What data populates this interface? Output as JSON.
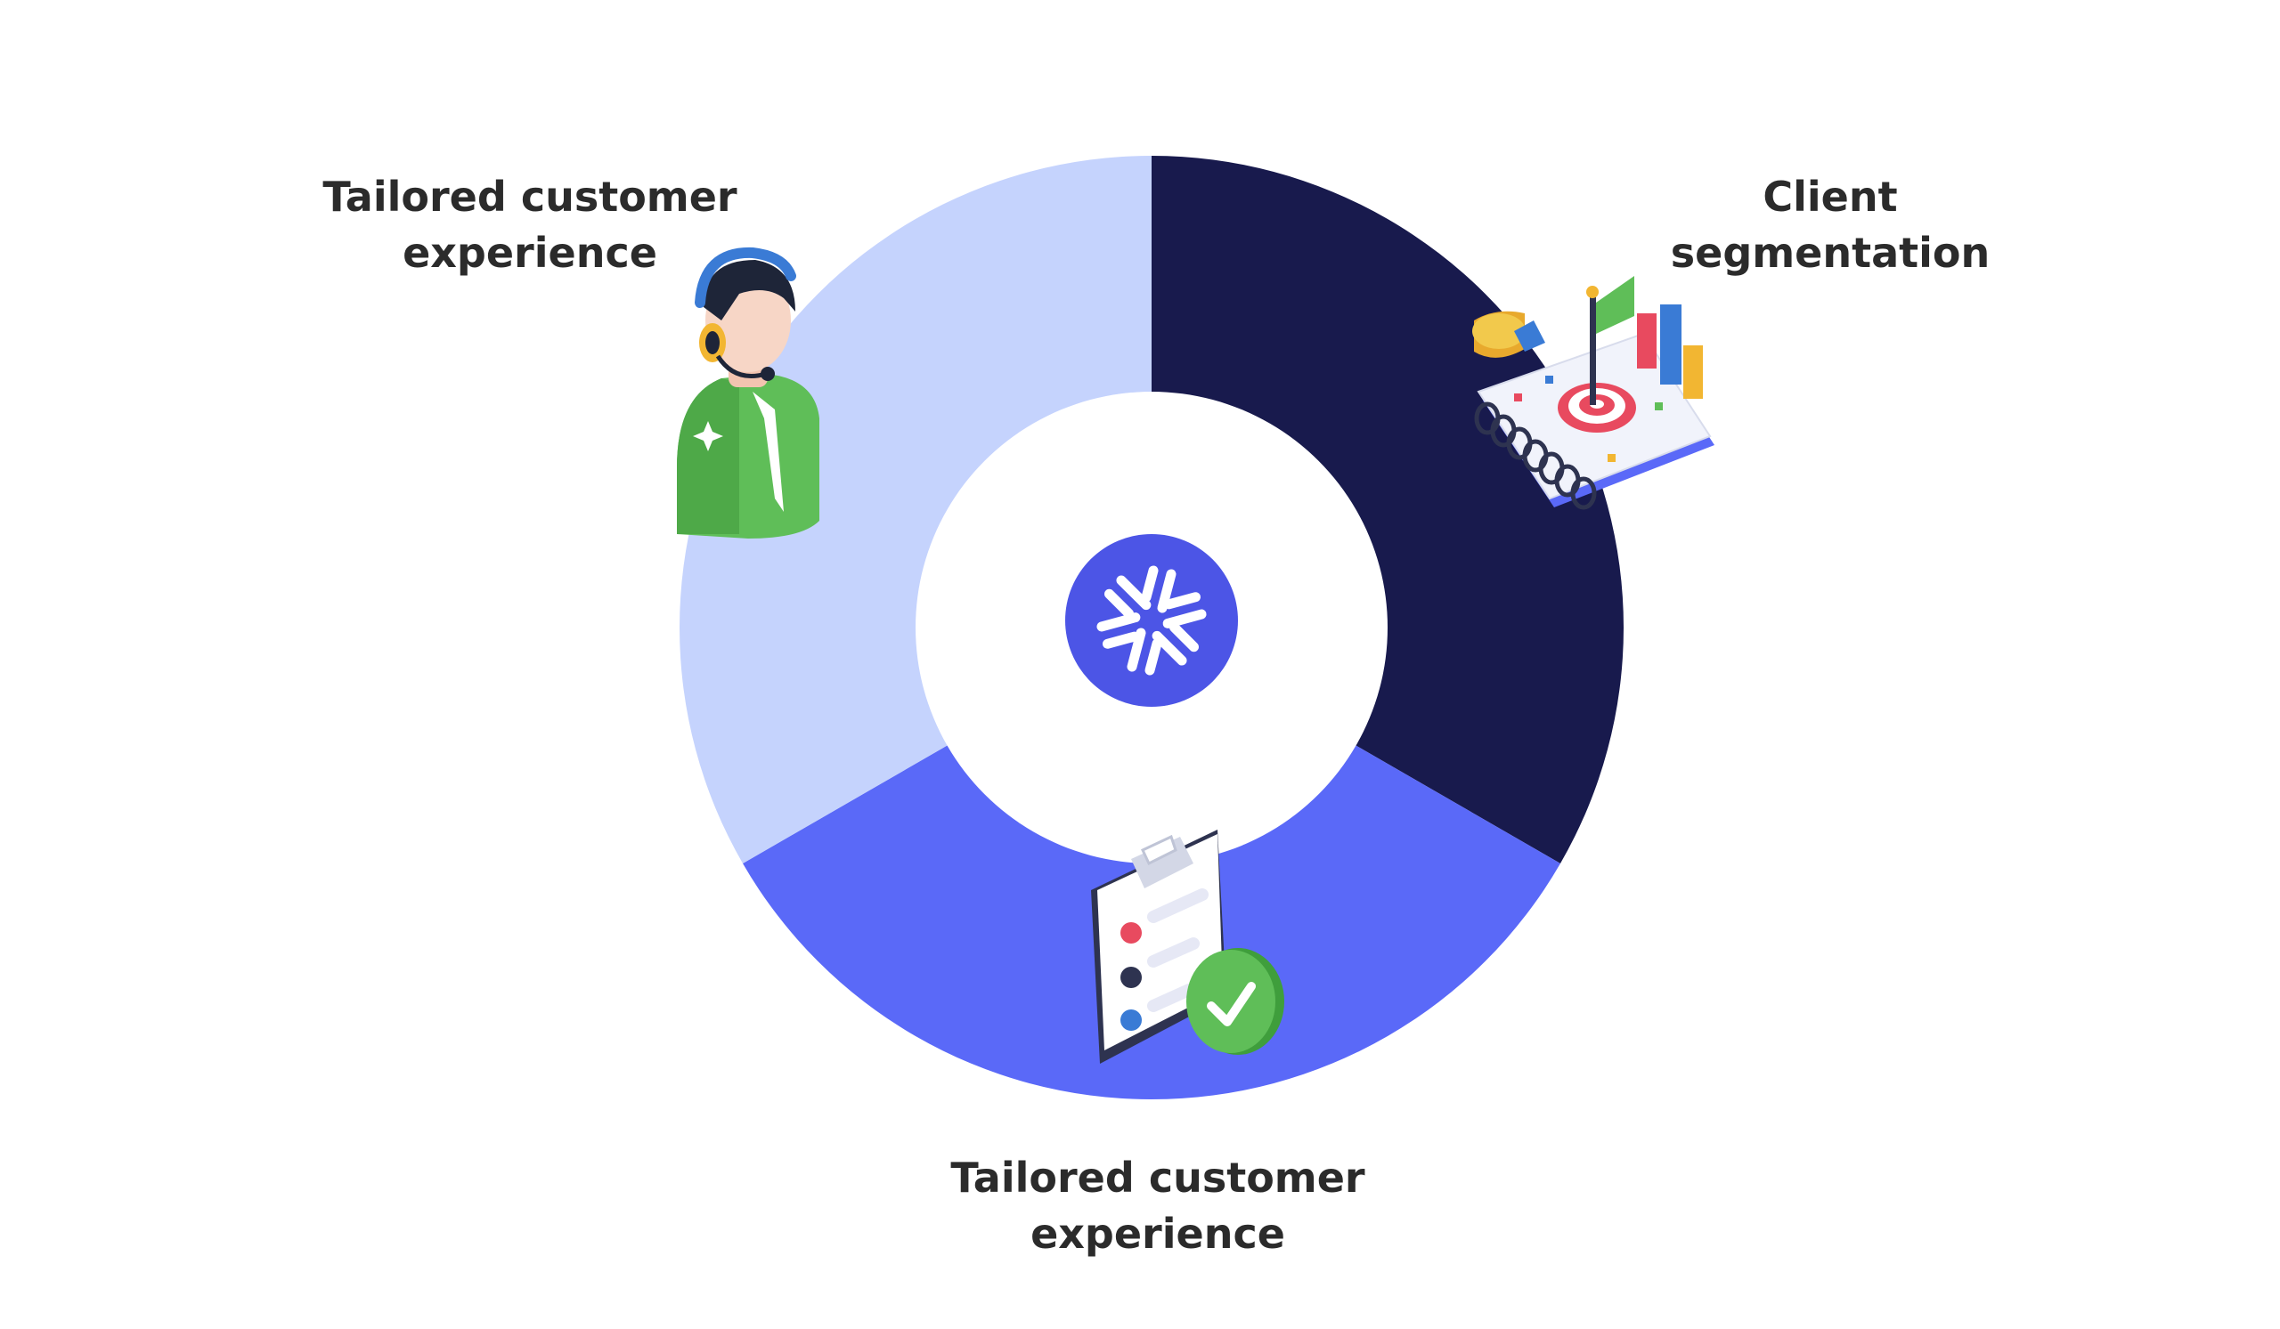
{
  "segments": [
    {
      "id": "client-segmentation",
      "label_lines": [
        "Client",
        "segmentation"
      ],
      "color": "#181a4d",
      "icon": "target-chart-notebook-icon"
    },
    {
      "id": "tailored-customer-experience-bottom",
      "label_lines": [
        "Tailored customer",
        "experience"
      ],
      "color": "#5a69f8",
      "icon": "checklist-clipboard-icon"
    },
    {
      "id": "tailored-customer-experience-left",
      "label_lines": [
        "Tailored customer",
        "experience"
      ],
      "color": "#c5d3fd",
      "icon": "support-agent-icon"
    }
  ],
  "center": {
    "icon": "snowflake-logo-icon",
    "color": "#4c55e6"
  }
}
